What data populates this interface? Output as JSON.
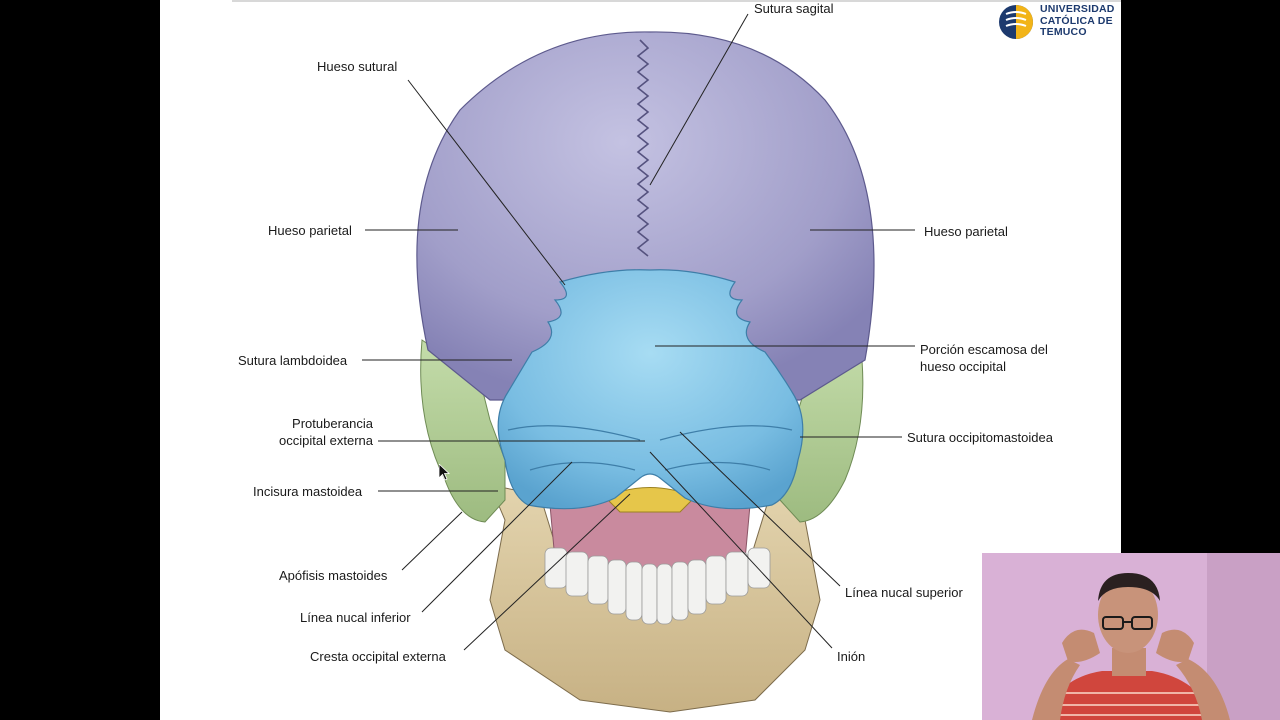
{
  "logo": {
    "name": "UNIVERSIDAD CATÓLICA DE TEMUCO",
    "lines": [
      "UNIVERSIDAD",
      "CATÓLICA DE",
      "TEMUCO"
    ]
  },
  "labels": {
    "sutura_sagital": "Sutura sagital",
    "hueso_sutural": "Hueso sutural",
    "hueso_parietal_left": "Hueso parietal",
    "hueso_parietal_right": "Hueso parietal",
    "sutura_lambdoidea": "Sutura lambdoidea",
    "porcion_line1": "Porción escamosa del",
    "porcion_line2": "hueso occipital",
    "protuberancia_line1": "Protuberancia",
    "protuberancia_line2": "occipital externa",
    "sutura_occipitomastoidea": "Sutura occipitomastoidea",
    "incisura_mastoidea": "Incisura mastoidea",
    "apofisis_mastoides": "Apófisis mastoides",
    "linea_nucal_superior": "Línea nucal superior",
    "linea_nucal_inferior": "Línea nucal inferior",
    "cresta_occipital_externa": "Cresta occipital externa",
    "inion": "Inión"
  },
  "colors": {
    "parietal": "#a9a6cf",
    "occipital": "#7ec3e6",
    "temporal": "#b5cf98",
    "mandible": "#d8c7a0",
    "palate": "#c98a9e",
    "vertebra": "#e6c64a",
    "leader": "#222222",
    "logo_blue": "#1d3a6e",
    "logo_yellow": "#f2b418"
  }
}
